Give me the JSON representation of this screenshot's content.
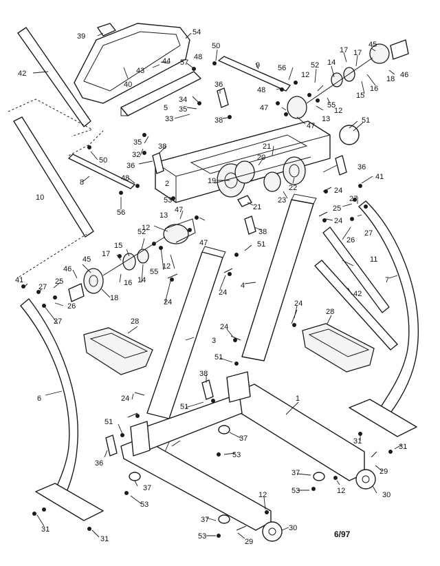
{
  "labels": {
    "l1": "1",
    "l2": "2",
    "l3": "3",
    "l4": "4",
    "l5": "5",
    "l6": "6",
    "l7": "7",
    "l8": "8",
    "l9": "9",
    "l10": "10",
    "l11": "11",
    "l12": "12",
    "l13": "13",
    "l14": "14",
    "l15": "15",
    "l16": "16",
    "l17": "17",
    "l18": "18",
    "l19": "19",
    "l20": "20",
    "l21": "21",
    "l22": "22",
    "l23": "23",
    "l24": "24",
    "l25": "25",
    "l26": "26",
    "l27": "27",
    "l28": "28",
    "l29": "29",
    "l30": "30",
    "l31": "31",
    "l32": "32",
    "l33": "33",
    "l34": "34",
    "l35": "35",
    "l36": "36",
    "l37": "37",
    "l38": "38",
    "l39": "39",
    "l40": "40",
    "l41": "41",
    "l42": "42",
    "l43": "43",
    "l44": "44",
    "l45": "45",
    "l46": "46",
    "l47": "47",
    "l48": "48",
    "l50": "50",
    "l51": "51",
    "l52": "52",
    "l53": "53",
    "l54": "54",
    "l55": "55",
    "l56": "56",
    "l57": "57",
    "l53dash": "53-"
  },
  "date_code": "6/97"
}
